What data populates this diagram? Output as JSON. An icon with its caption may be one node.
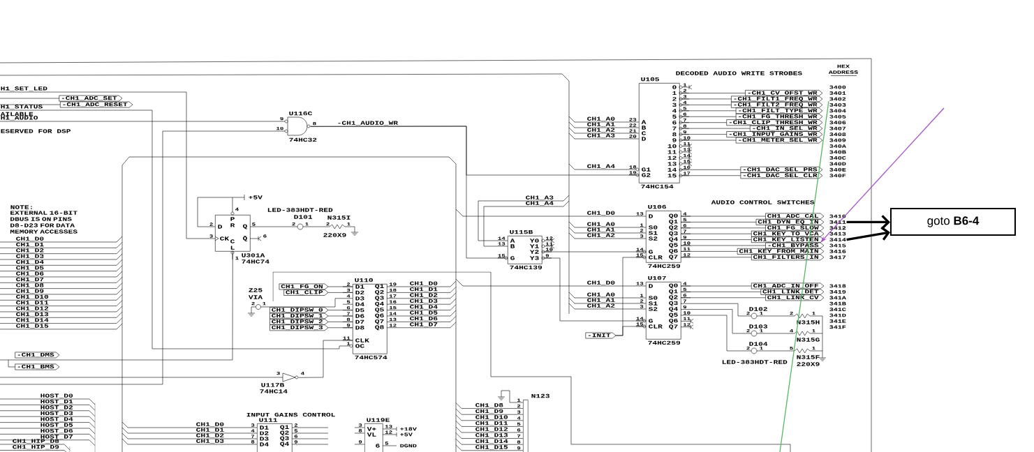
{
  "diagram": {
    "nodes": [
      {
        "text": [
          "-CH1_ADC_SET"
        ]
      },
      {
        "text": [
          "-CH1_ADC_RESET"
        ]
      },
      {
        "text": [
          "U116C",
          "74HC32",
          "9",
          "10",
          "8"
        ]
      },
      {
        "text": [
          "U105",
          "A",
          "B",
          "C",
          "D",
          "G1",
          "G2",
          "0",
          "1",
          "2",
          "3",
          "4",
          "5",
          "6",
          "7",
          "8",
          "9",
          "10",
          "11",
          "12",
          "13",
          "14",
          "15",
          "74HC154",
          "23",
          "22",
          "21",
          "20",
          "18",
          "19",
          "1",
          "2",
          "3",
          "4",
          "5",
          "6",
          "7",
          "8",
          "9",
          "10",
          "11",
          "13",
          "14",
          "15",
          "16",
          "17"
        ]
      },
      {
        "text": [
          "-CH1_CV_OFST_WR"
        ]
      },
      {
        "text": [
          "-CH1_FILT1_FREQ_WR"
        ]
      },
      {
        "text": [
          "-CH1_FILT2_FREQ_WR"
        ]
      },
      {
        "text": [
          "-CH1_FILT_TYPE_WR"
        ]
      },
      {
        "text": [
          "-CH1_FG_THRESH_WR"
        ]
      },
      {
        "text": [
          "-CH1_CLIP_THRESH_WR"
        ]
      },
      {
        "text": [
          "-CH1_IN_SEL_WR"
        ]
      },
      {
        "text": [
          "-CH1_INPUT_GAINS_WR"
        ]
      },
      {
        "text": [
          "-CH1_METER_SEL_WR"
        ]
      },
      {
        "text": [
          "-CH1_DAC_SEL_PRS"
        ]
      },
      {
        "text": [
          "-CH1_DAC_SEL_CLR"
        ]
      },
      {
        "text": [
          "D",
          "P R",
          "Q",
          "CK",
          "C L",
          "Q̄",
          "U301A",
          "74HC74",
          "4",
          "2",
          "5",
          "3",
          "6",
          "1"
        ]
      },
      {
        "text": [
          "U106",
          "D",
          "S0",
          "S1",
          "S2",
          "G",
          "CLR",
          "Q0",
          "Q1",
          "Q2",
          "Q3",
          "Q4",
          "Q5",
          "Q6",
          "Q7",
          "74HC259",
          "13",
          "1",
          "2",
          "3",
          "14",
          "15",
          "4",
          "5",
          "6",
          "7",
          "9",
          "10",
          "11",
          "12"
        ]
      },
      {
        "text": [
          "CH1_ADC_CAL"
        ]
      },
      {
        "text": [
          "CH1_DYN_EQ_IN"
        ]
      },
      {
        "text": [
          "CH1_FG_SLOW"
        ]
      },
      {
        "text": [
          "CH1_KEY_TO_VCA"
        ]
      },
      {
        "text": [
          "CH1_KEY_LISTEN"
        ]
      },
      {
        "text": [
          "-CH1_BYPASS"
        ]
      },
      {
        "text": [
          "CH1_KEY_FROM_MAIN"
        ]
      },
      {
        "text": [
          "CH1_FILTERS_IN"
        ]
      },
      {
        "text": [
          "goto **B6-4**"
        ]
      },
      {
        "text": [
          "U115B",
          "A",
          "B",
          "G",
          "Y0",
          "Y1",
          "Y2",
          "Y3",
          "74HC139",
          "14",
          "13",
          "15",
          "12",
          "11",
          "10",
          "9"
        ]
      },
      {
        "text": [
          "U110",
          "D1",
          "D2",
          "D3",
          "D4",
          "D5",
          "D6",
          "D7",
          "D8",
          "CLK",
          "OC",
          "Q1",
          "Q2",
          "Q3",
          "Q4",
          "Q5",
          "Q6",
          "Q7",
          "Q8",
          "74HC574",
          "2",
          "3",
          "4",
          "5",
          "6",
          "7",
          "8",
          "9",
          "11",
          "1",
          "19",
          "18",
          "17",
          "16",
          "15",
          "14",
          "13",
          "12"
        ]
      },
      {
        "text": [
          "CH1_FG_ON"
        ]
      },
      {
        "text": [
          "CH1_CLIP"
        ]
      },
      {
        "text": [
          "CH1_DIPSW_0"
        ]
      },
      {
        "text": [
          "CH1_DIPSW_1"
        ]
      },
      {
        "text": [
          "CH1_DIPSW_2"
        ]
      },
      {
        "text": [
          "CH1_DIPSW_3"
        ]
      },
      {
        "text": [
          "U107",
          "D",
          "S0",
          "S1",
          "S2",
          "G",
          "CLR",
          "Q0",
          "Q1",
          "Q2",
          "Q3",
          "Q4",
          "Q5",
          "Q6",
          "Q7",
          "74HC259",
          "13",
          "1",
          "2",
          "3",
          "14",
          "15",
          "4",
          "5",
          "6",
          "7",
          "9",
          "10",
          "11",
          "12"
        ]
      },
      {
        "text": [
          "CH1_ADC_IN_OFF"
        ]
      },
      {
        "text": [
          "CH1_LINK_DET"
        ]
      },
      {
        "text": [
          "CH1_LINK_CV"
        ]
      },
      {
        "text": [
          "-INIT"
        ]
      },
      {
        "text": [
          "-CH1_DMS"
        ]
      },
      {
        "text": [
          "-CH1_BMS"
        ]
      },
      {
        "text": [
          "U117B",
          "74HC14",
          "3",
          "4"
        ]
      },
      {
        "text": [
          "INPUT GAINS CONTROL",
          "U111",
          "D1",
          "D2",
          "D3",
          "D4",
          "Q1",
          "Q2",
          "Q3",
          "Q4",
          "3",
          "4",
          "7",
          "8",
          "2",
          "5",
          "6",
          "9"
        ]
      },
      {
        "text": [
          "U119E",
          "V+",
          "VL",
          "6",
          "3",
          "8",
          "9",
          "13",
          "12",
          "5"
        ]
      },
      {
        "text": [
          "N123",
          "1",
          "2",
          "3",
          "4",
          "5",
          "6",
          "7",
          "8",
          "9"
        ]
      },
      {
        "text": [
          "3411"
        ]
      },
      {
        "text": [
          "3414"
        ]
      },
      {
        "text": [
          "3402"
        ]
      }
    ],
    "edges": [
      {
        "from": 3,
        "to": 4,
        "arrow": "none"
      },
      {
        "from": 3,
        "to": 5,
        "arrow": "none"
      },
      {
        "from": 3,
        "to": 6,
        "arrow": "none"
      },
      {
        "from": 3,
        "to": 7,
        "arrow": "none"
      },
      {
        "from": 3,
        "to": 8,
        "arrow": "none"
      },
      {
        "from": 3,
        "to": 9,
        "arrow": "none"
      },
      {
        "from": 3,
        "to": 10,
        "arrow": "none"
      },
      {
        "from": 3,
        "to": 11,
        "arrow": "none"
      },
      {
        "from": 3,
        "to": 12,
        "arrow": "none"
      },
      {
        "from": 3,
        "to": 13,
        "arrow": "none"
      },
      {
        "from": 3,
        "to": 14,
        "arrow": "none"
      },
      {
        "from": 16,
        "to": 17,
        "arrow": "none"
      },
      {
        "from": 16,
        "to": 18,
        "arrow": "none"
      },
      {
        "from": 16,
        "to": 19,
        "arrow": "none"
      },
      {
        "from": 16,
        "to": 20,
        "arrow": "none"
      },
      {
        "from": 16,
        "to": 21,
        "arrow": "none"
      },
      {
        "from": 16,
        "to": 22,
        "arrow": "none"
      },
      {
        "from": 16,
        "to": 23,
        "arrow": "none"
      },
      {
        "from": 16,
        "to": 24,
        "arrow": "none"
      },
      {
        "from": 34,
        "to": 35,
        "arrow": "none"
      },
      {
        "from": 34,
        "to": 36,
        "arrow": "none"
      },
      {
        "from": 34,
        "to": 37,
        "arrow": "none"
      },
      {
        "from": 28,
        "to": 27,
        "arrow": "none"
      },
      {
        "from": 29,
        "to": 27,
        "arrow": "none"
      },
      {
        "from": 30,
        "to": 27,
        "arrow": "none"
      },
      {
        "from": 31,
        "to": 27,
        "arrow": "none"
      },
      {
        "from": 32,
        "to": 27,
        "arrow": "none"
      },
      {
        "from": 33,
        "to": 27,
        "arrow": "none"
      },
      {
        "from": 2,
        "to": 3,
        "arrow": "none",
        "label": "-CH1_AUDIO_WR"
      },
      {
        "from": 2,
        "to": 26,
        "arrow": "none"
      },
      {
        "from": 26,
        "to": 16,
        "arrow": "none"
      },
      {
        "from": 26,
        "to": 34,
        "arrow": "none"
      },
      {
        "from": 41,
        "to": 27,
        "arrow": "none"
      },
      {
        "from": 38,
        "to": 16,
        "arrow": "none"
      },
      {
        "from": 38,
        "to": 34,
        "arrow": "none"
      },
      {
        "from": 45,
        "to": 25,
        "arrow": "to",
        "style": "thick"
      },
      {
        "from": 46,
        "to": 25,
        "arrow": "to",
        "style": "thick"
      },
      {
        "from": null,
        "to": 22,
        "arrow": "to",
        "color": "#a64fc9"
      },
      {
        "from": 47,
        "to": null,
        "arrow": "none",
        "color": "#57b75f"
      },
      {
        "from": 15,
        "to": 40,
        "arrow": "none"
      }
    ],
    "labels": [
      "H1_SET_LED",
      "H1_STATUS",
      "AILABLE",
      "H1_AUDIO",
      "ESERVED FOR DSP",
      "DECODED AUDIO WRITE STROBES",
      "HEX",
      "ADDRESS",
      "3400",
      "3401",
      "3403",
      "3404",
      "3405",
      "3406",
      "3407",
      "3408",
      "3409",
      "340A",
      "340B",
      "340C",
      "340D",
      "340E",
      "340F",
      "CH1_A0",
      "CH1_A1",
      "CH1_A2",
      "CH1_A3",
      "CH1_A4",
      "+5V",
      "LED-383HDT-RED",
      "D101",
      "2",
      "1",
      "N315I",
      "2",
      "1",
      "220X9",
      "NOTE:",
      "EXTERNAL 16-BIT DBUS IS ON PINS D8-D23 FOR DATA MEMORY ACCESSES",
      "CH1_A3",
      "CH1_A4",
      "AUDIO CONTROL SWITCHES",
      "CH1_D0",
      "CH1_A0",
      "CH1_A1",
      "CH1_A2",
      "3410",
      "3412",
      "3413",
      "3415",
      "3416",
      "3417",
      "Z25",
      "VIA",
      "2",
      "1",
      "CH1_D0",
      "CH1_D1",
      "CH1_D2",
      "CH1_D3",
      "CH1_D4",
      "CH1_D5",
      "CH1_D6",
      "CH1_D7",
      "CH1_D8",
      "CH1_D9",
      "CH1_D10",
      "CH1_D11",
      "CH1_D12",
      "CH1_D13",
      "CH1_D14",
      "CH1_D15",
      "CH1_D0",
      "CH1_D1",
      "CH1_D2",
      "CH1_D3",
      "CH1_D4",
      "CH1_D5",
      "CH1_D6",
      "CH1_D7",
      "CH1_D0",
      "CH1_A0",
      "CH1_A1",
      "CH1_A2",
      "3418",
      "3419",
      "341A",
      "341B",
      "341C",
      "341D",
      "341E",
      "341F",
      "D102",
      "2",
      "1",
      "2",
      "1",
      "N315H",
      "D103",
      "2",
      "1",
      "4",
      "1",
      "N315G",
      "D104",
      "2",
      "1",
      "5",
      "1",
      "N315F",
      "LED-383HDT-RED",
      "220X9",
      "HOST_D0",
      "HOST_D1",
      "HOST_D2",
      "HOST_D3",
      "HOST_D4",
      "HOST_D5",
      "HOST_D6",
      "HOST_D7",
      "CH1_HIP_D8",
      "CH1_HIP_D9",
      "CH1_D0",
      "CH1_D1",
      "CH1_D2",
      "CH1_D3",
      "+18V",
      "+5V",
      "DGND",
      "CH1_D8",
      "CH1_D9",
      "CH1_D10",
      "CH1_D11",
      "CH1_D12",
      "CH1_D13",
      "CH1_D14",
      "CH1_D15"
    ]
  }
}
